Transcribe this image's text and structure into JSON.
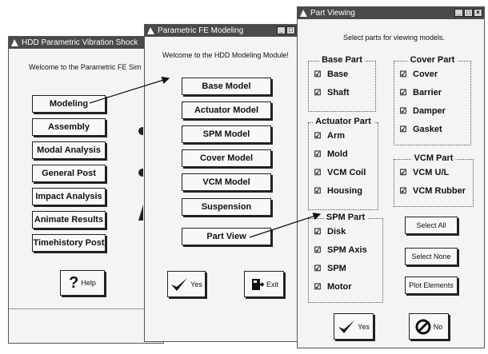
{
  "window_main": {
    "title": "HDD Parametric Vibration Shock",
    "welcome": "Welcome to the Parametric FE Sim",
    "buttons": [
      "Modeling",
      "Assembly",
      "Modal Analysis",
      "General Post",
      "Impact Analysis",
      "Animate Results",
      "Timehistory Post"
    ],
    "help_label": "Help"
  },
  "window_fe": {
    "title": "Parametric FE Modeling",
    "welcome": "Welcome to the HDD Modeling Module!",
    "buttons": [
      "Base Model",
      "Actuator Model",
      "SPM Model",
      "Cover Model",
      "VCM Model",
      "Suspension",
      "Part View"
    ],
    "yes_label": "Yes",
    "exit_label": "Exit"
  },
  "window_part": {
    "title": "Part Viewing",
    "instruction": "Select parts for viewing models.",
    "groups": {
      "base": {
        "title": "Base Part",
        "items": [
          "Base",
          "Shaft"
        ]
      },
      "cover": {
        "title": "Cover Part",
        "items": [
          "Cover",
          "Barrier",
          "Damper",
          "Gasket"
        ]
      },
      "actuator": {
        "title": "Actuator Part",
        "items": [
          "Arm",
          "Mold",
          "VCM Coil",
          "Housing"
        ]
      },
      "vcm": {
        "title": "VCM Part",
        "items": [
          "VCM U/L",
          "VCM Rubber"
        ]
      },
      "spm": {
        "title": "SPM Part",
        "items": [
          "Disk",
          "SPM Axis",
          "SPM",
          "Motor"
        ]
      }
    },
    "checkmark": "☑",
    "select_all": "Select All",
    "select_none": "Select None",
    "plot_elements": "Plot Elements",
    "yes_label": "Yes",
    "no_label": "No"
  },
  "titlebar_buttons": {
    "minimize": "_",
    "maximize": "□",
    "close": "×"
  }
}
